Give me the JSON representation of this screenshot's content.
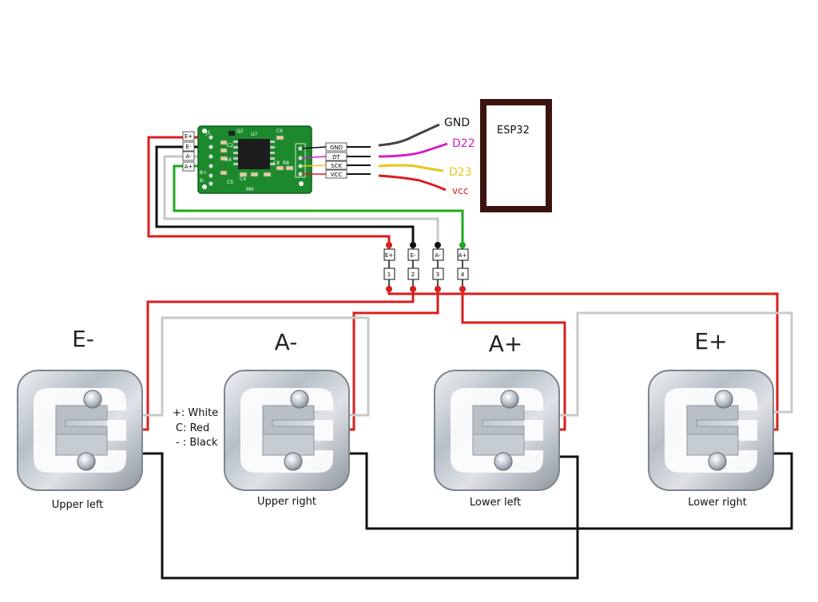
{
  "colors": {
    "red": "#d81e1e",
    "black": "#111111",
    "white_wire": "#c8c8c8",
    "green": "#1fa81f",
    "magenta": "#d21ec8",
    "yellow": "#e8c81a",
    "gray_wire": "#444444",
    "pcb": "#1c8a2c",
    "esp_border": "#3b1412"
  },
  "hx711": {
    "left_pins": [
      "E+",
      "E-",
      "A-",
      "A+"
    ],
    "right_pins": [
      "GND",
      "DT",
      "SCK",
      "VCC"
    ],
    "silk": {
      "j1": "J1",
      "q2": "Q2",
      "u7": "U7",
      "c6": "C6",
      "c2": "C2",
      "c4": "C4",
      "c5": "C5",
      "c8": "C8",
      "r8": "R8",
      "r4": "R4",
      "brand": "MH",
      "b_plus": "B+",
      "b_minus": "B-"
    }
  },
  "esp32": {
    "label": "ESP32",
    "pins": [
      "GND",
      "D22",
      "D23",
      "vcc"
    ]
  },
  "terminal": {
    "labels": [
      "E+",
      "E-",
      "A-",
      "A+"
    ],
    "numbers": [
      "1",
      "2",
      "3",
      "4"
    ]
  },
  "sensors": [
    {
      "title": "E-",
      "name": "Upper left"
    },
    {
      "title": "A-",
      "name": "Upper right"
    },
    {
      "title": "A+",
      "name": "Lower left"
    },
    {
      "title": "E+",
      "name": "Lower right"
    }
  ],
  "legend": [
    "+: White",
    "C: Red",
    "- : Black"
  ]
}
